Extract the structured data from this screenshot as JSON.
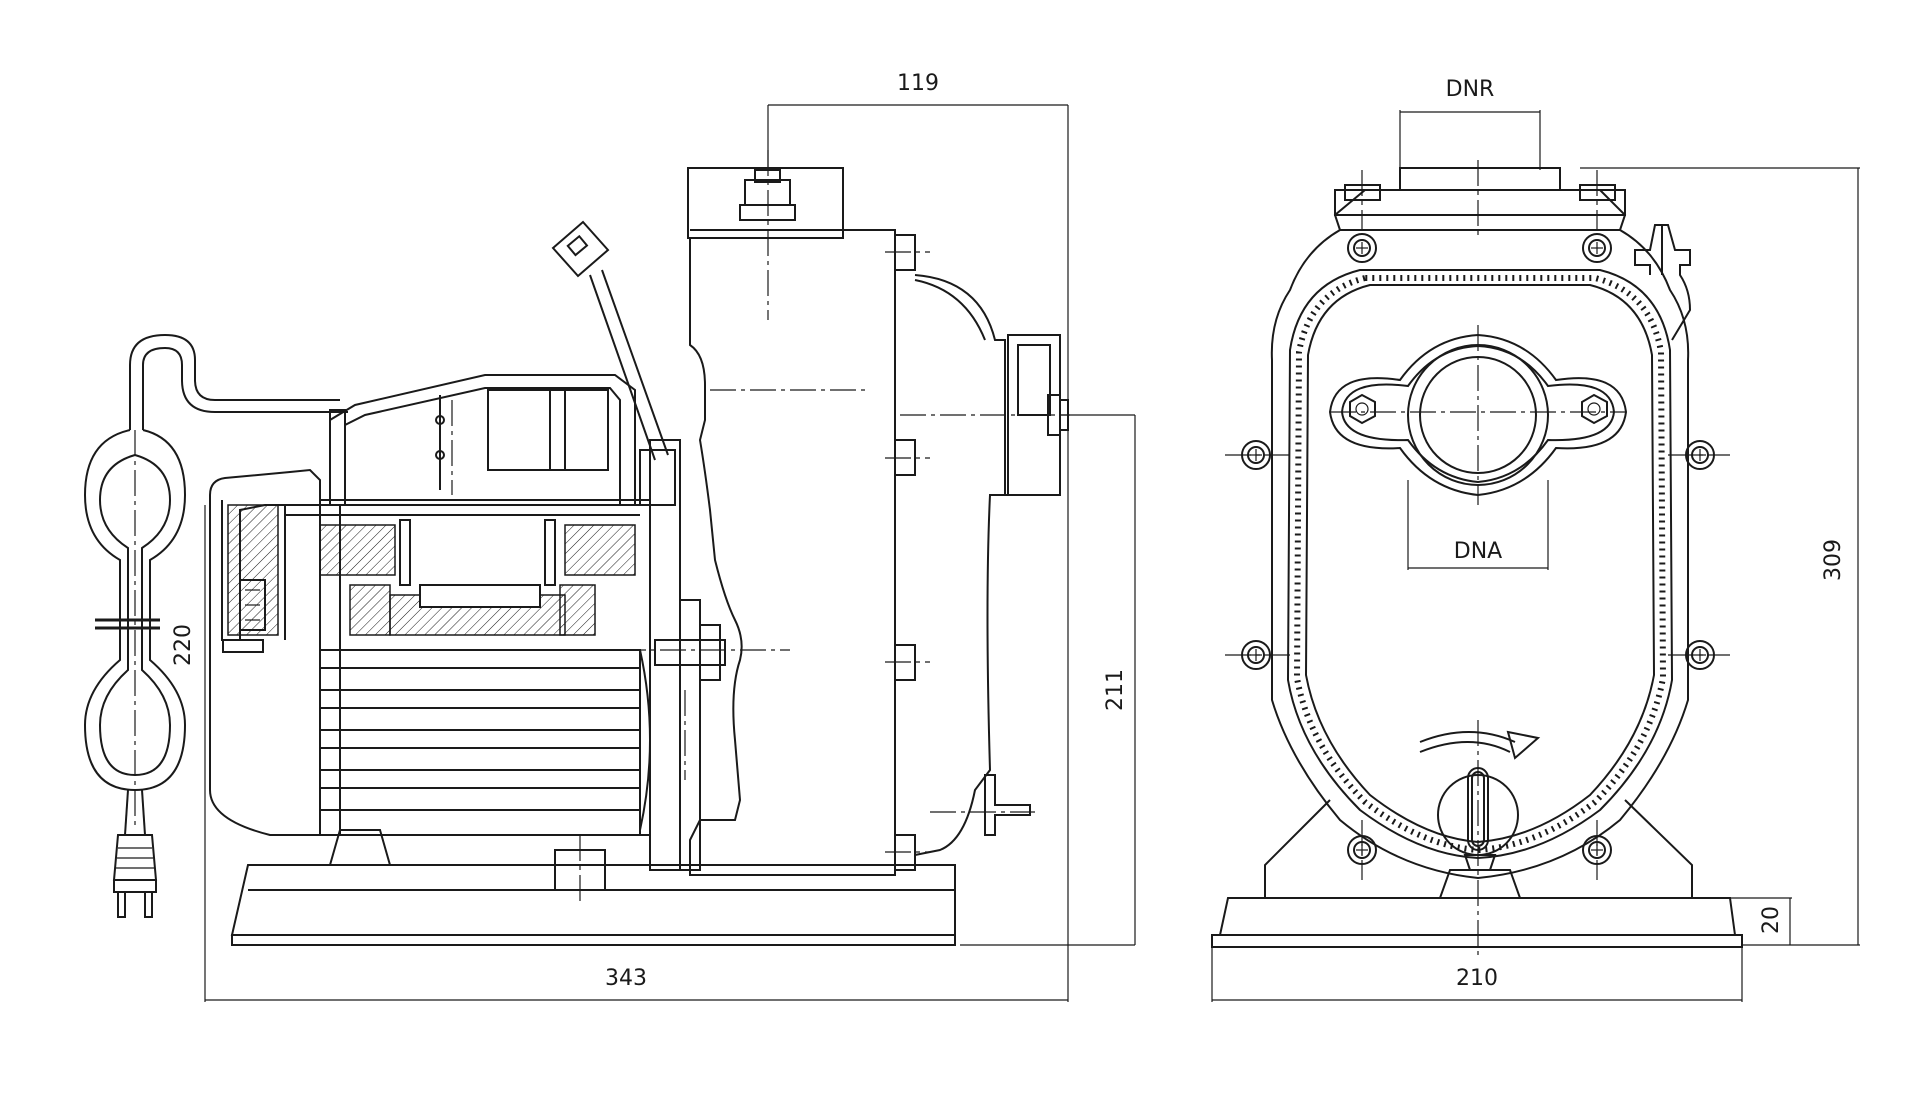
{
  "dimensions": {
    "side_top_width": "119",
    "side_height_cable": "220",
    "side_axis_height": "211",
    "side_total_length": "343",
    "front_outlet": "DNR",
    "front_inlet": "DNA",
    "front_total_height": "309",
    "front_base_height": "20",
    "front_base_width": "210"
  }
}
